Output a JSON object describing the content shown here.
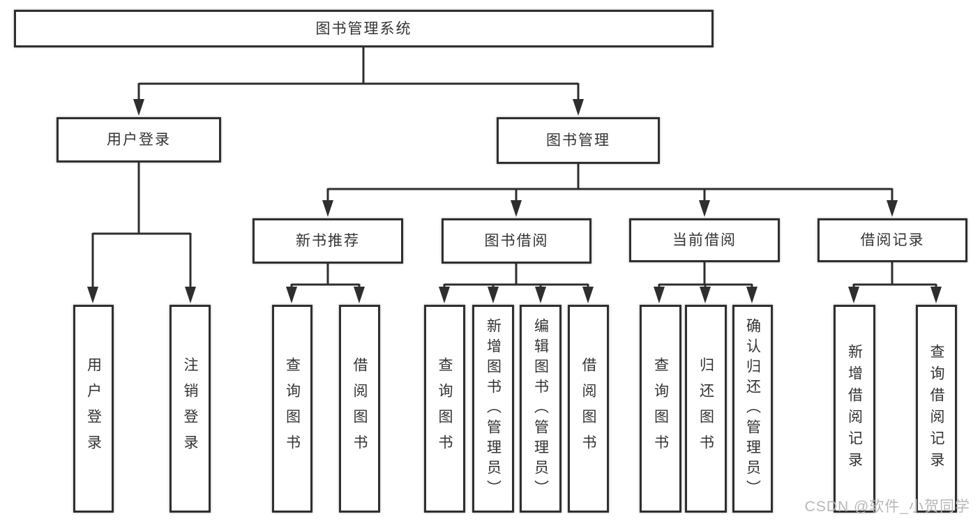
{
  "diagram": {
    "watermark": "CSDN @软件_小贺同学",
    "colors": {
      "line": "#2e2e2e",
      "border": "#2f2f2f",
      "text": "#333333",
      "background": "#ffffff",
      "box_fill": "#ffffff",
      "watermark": "#b7b7b7"
    },
    "tree": {
      "label": "图书管理系统",
      "children": [
        {
          "label": "用户登录",
          "children": [
            {
              "label": "用户登录"
            },
            {
              "label": "注销登录"
            }
          ]
        },
        {
          "label": "图书管理",
          "children": [
            {
              "label": "新书推荐",
              "children": [
                {
                  "label": "查询图书"
                },
                {
                  "label": "借阅图书"
                }
              ]
            },
            {
              "label": "图书借阅",
              "children": [
                {
                  "label": "查询图书"
                },
                {
                  "label": "新增图书（管理员）"
                },
                {
                  "label": "编辑图书（管理员）"
                },
                {
                  "label": "借阅图书"
                }
              ]
            },
            {
              "label": "当前借阅",
              "children": [
                {
                  "label": "查询图书"
                },
                {
                  "label": "归还图书"
                },
                {
                  "label": "确认归还（管理员）"
                }
              ]
            },
            {
              "label": "借阅记录",
              "children": [
                {
                  "label": "新增借阅记录"
                },
                {
                  "label": "查询借阅记录"
                }
              ]
            }
          ]
        }
      ]
    }
  }
}
